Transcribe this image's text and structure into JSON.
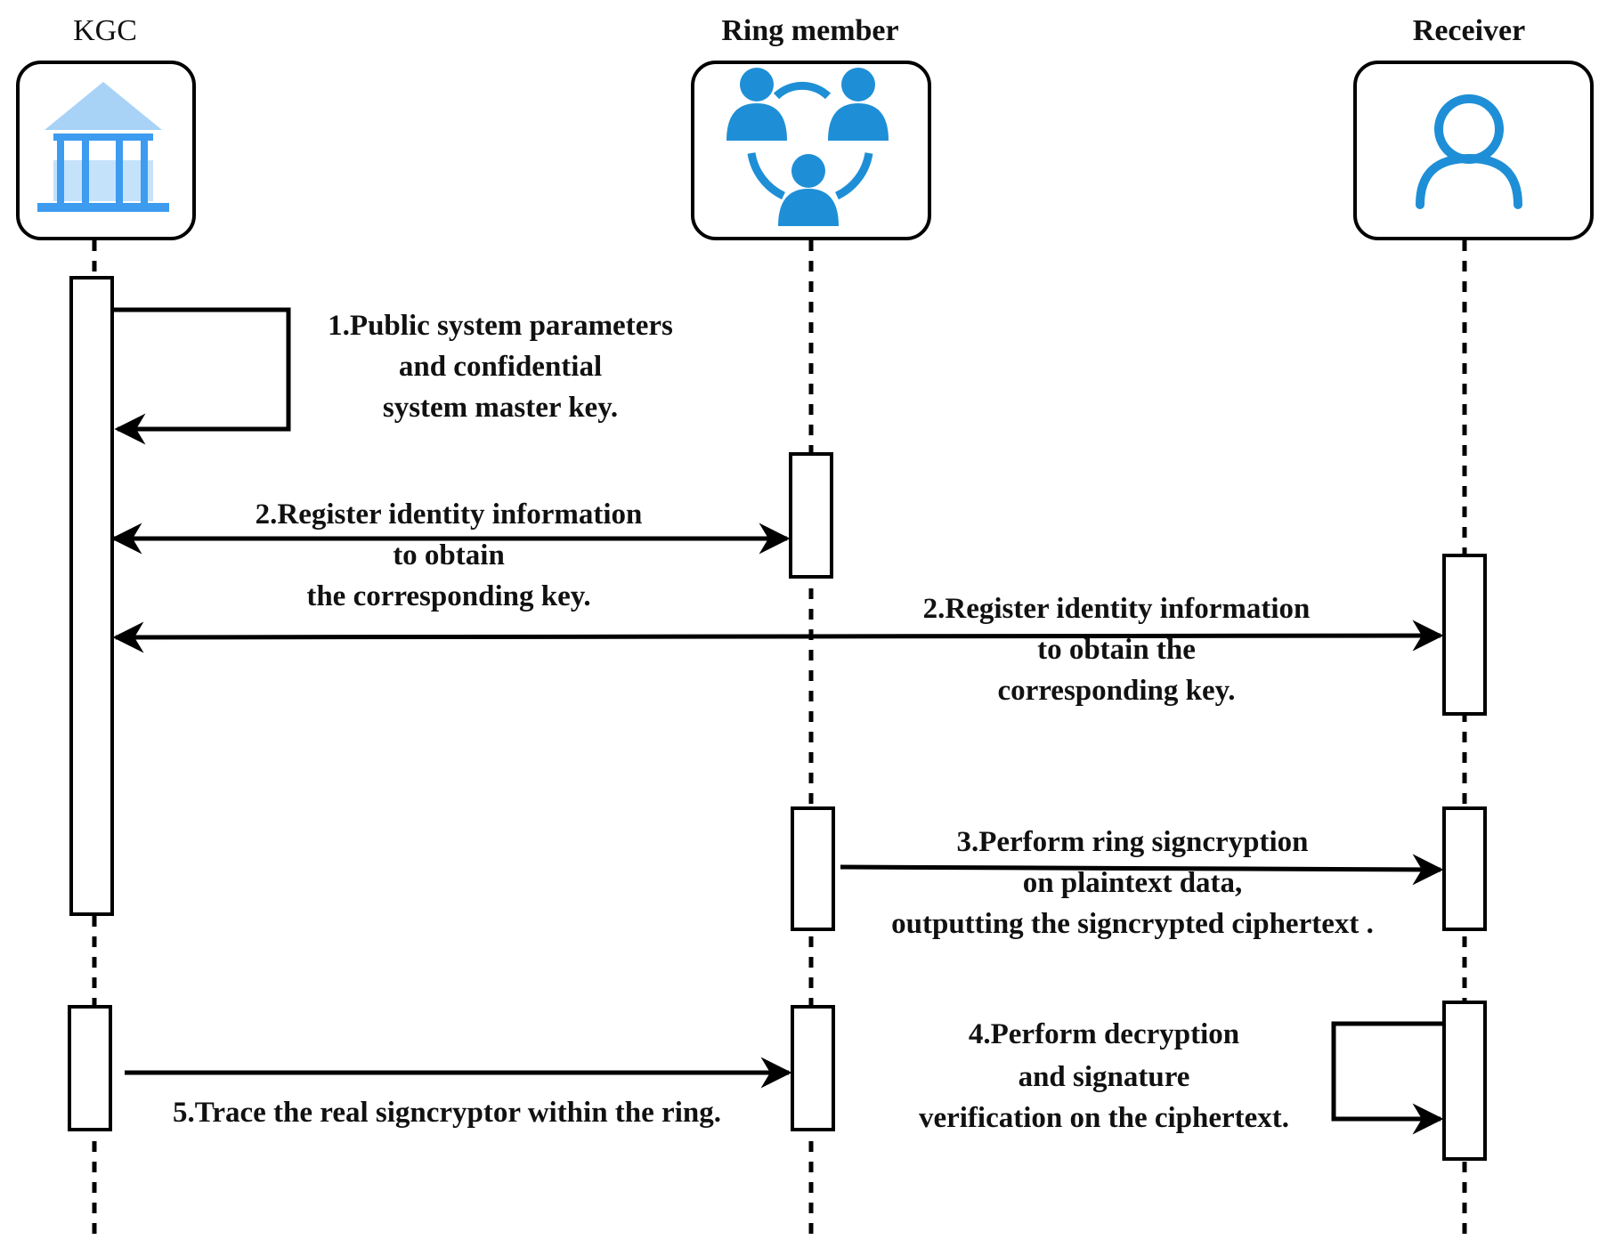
{
  "actors": {
    "kgc": {
      "label": "KGC",
      "icon": "government-building-icon",
      "color": "#3d9bf0"
    },
    "ring": {
      "label": "Ring member",
      "icon": "group-users-icon",
      "color": "#1e8fd6"
    },
    "receiver": {
      "label": "Receiver",
      "icon": "user-icon",
      "color": "#1e8fd6"
    }
  },
  "messages": {
    "m1": [
      "1.Public system parameters",
      "and confidential",
      "system master key."
    ],
    "m2a": [
      "2.Register identity information",
      "to obtain",
      "the corresponding key."
    ],
    "m2b": [
      "2.Register identity information",
      "to obtain the",
      "corresponding key."
    ],
    "m3": [
      "3.Perform ring signcryption",
      "on plaintext data,",
      "outputting the signcrypted ciphertext ."
    ],
    "m4": [
      "4.Perform decryption",
      "and signature",
      "verification on the ciphertext."
    ],
    "m5": [
      "5.Trace the real signcryptor within the ring."
    ]
  }
}
